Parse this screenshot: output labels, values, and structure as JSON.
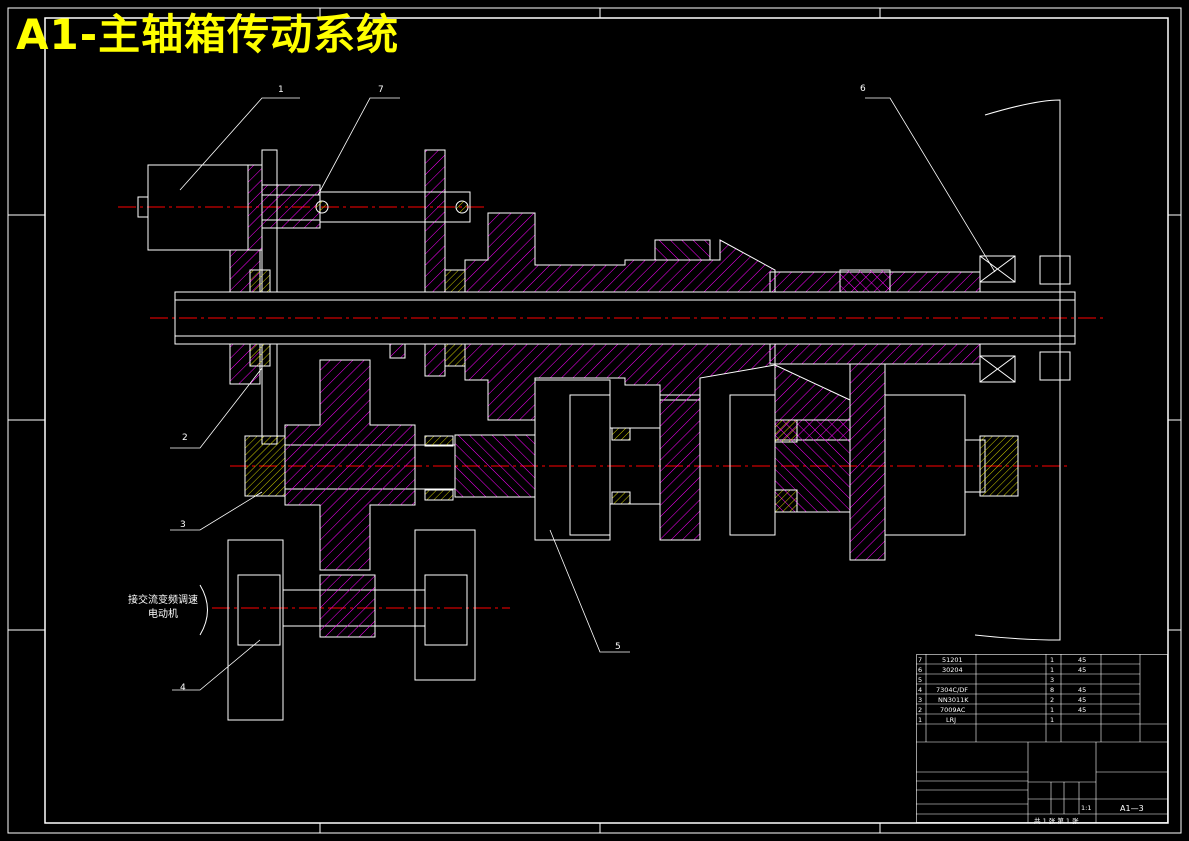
{
  "title": "A1-主轴箱传动系统",
  "motor_label_line1": "接交流变频调速",
  "motor_label_line2": "电动机",
  "callouts": [
    "1",
    "2",
    "3",
    "4",
    "5",
    "6",
    "7"
  ],
  "colors": {
    "background": "#000000",
    "frame": "#ffffff",
    "hatch": "#ff00ff",
    "centerline": "#ff0000",
    "bearing": "#ffff00",
    "title": "#ffff00"
  },
  "parts_table": {
    "rows": [
      {
        "no": "7",
        "code": "51201",
        "qty": "1",
        "material": "45"
      },
      {
        "no": "6",
        "code": "30204",
        "qty": "1",
        "material": "45"
      },
      {
        "no": "5",
        "code": "",
        "qty": "3",
        "material": ""
      },
      {
        "no": "4",
        "code": "7304C/DF",
        "qty": "8",
        "material": "45"
      },
      {
        "no": "3",
        "code": "NN3011K",
        "qty": "2",
        "material": "45"
      },
      {
        "no": "2",
        "code": "7009AC",
        "qty": "1",
        "material": "45"
      },
      {
        "no": "1",
        "code": "LRJ",
        "qty": "1",
        "material": ""
      }
    ]
  },
  "title_block": {
    "scale": "1:1",
    "drawing_no": "A1—3",
    "sheet_info": "共 1 张 第 1 张"
  }
}
